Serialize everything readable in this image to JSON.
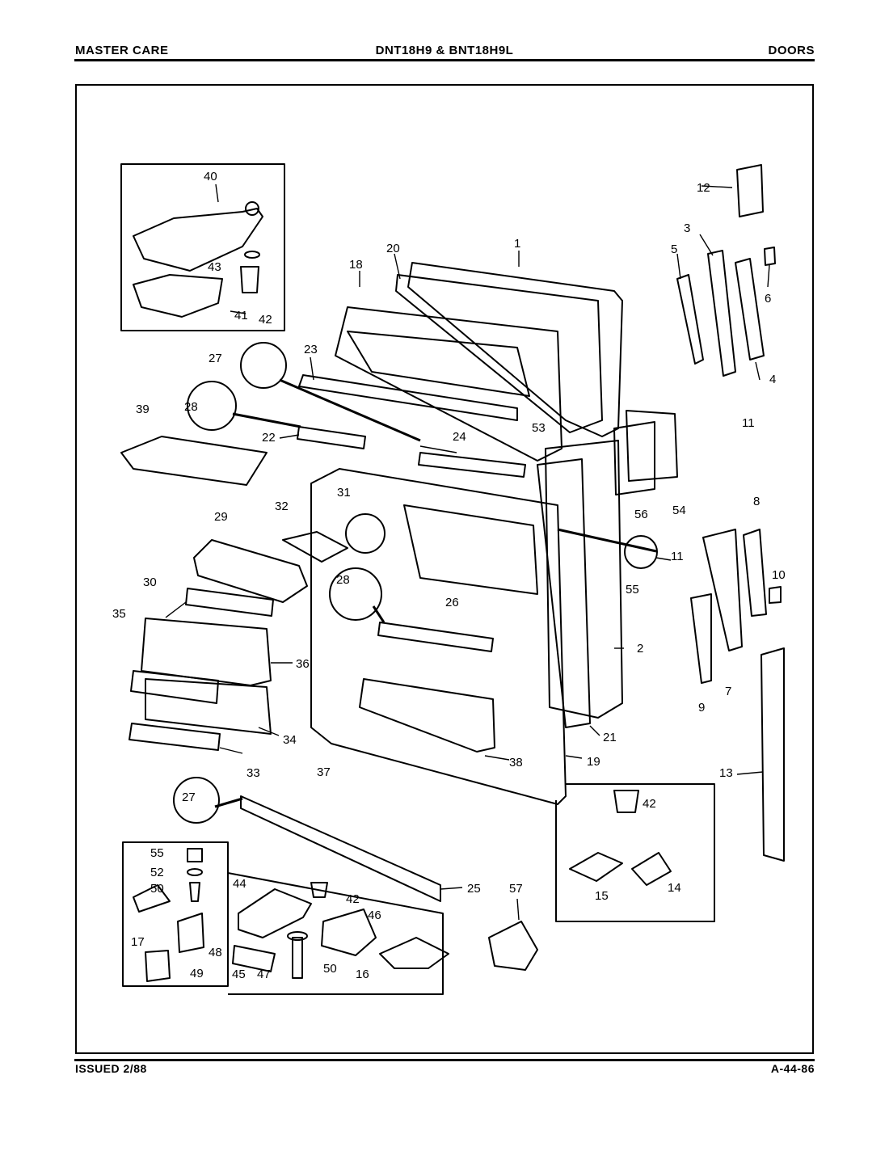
{
  "header": {
    "left": "MASTER CARE",
    "center": "DNT18H9 & BNT18H9L",
    "right": "DOORS"
  },
  "footer": {
    "left": "ISSUED 2/88",
    "right": "A-44-86"
  },
  "callouts": {
    "c1": "1",
    "c2": "2",
    "c3": "3",
    "c4": "4",
    "c5": "5",
    "c6": "6",
    "c7": "7",
    "c8": "8",
    "c9": "9",
    "c10": "10",
    "c11a": "11",
    "c11b": "11",
    "c12": "12",
    "c13": "13",
    "c14": "14",
    "c15": "15",
    "c16": "16",
    "c17": "17",
    "c18": "18",
    "c19": "19",
    "c20": "20",
    "c21": "21",
    "c22": "22",
    "c23": "23",
    "c24": "24",
    "c25": "25",
    "c26": "26",
    "c27a": "27",
    "c27b": "27",
    "c28a": "28",
    "c28b": "28",
    "c29": "29",
    "c30": "30",
    "c31": "31",
    "c32": "32",
    "c33": "33",
    "c34": "34",
    "c35": "35",
    "c36": "36",
    "c37": "37",
    "c38": "38",
    "c39": "39",
    "c40": "40",
    "c41": "41",
    "c42a": "42",
    "c42b": "42",
    "c42c": "42",
    "c43": "43",
    "c44": "44",
    "c45": "45",
    "c46": "46",
    "c47": "47",
    "c48": "48",
    "c49": "49",
    "c50a": "50",
    "c50b": "50",
    "c52": "52",
    "c53": "53",
    "c54": "54",
    "c55a": "55",
    "c55b": "55",
    "c56": "56",
    "c57": "57"
  }
}
